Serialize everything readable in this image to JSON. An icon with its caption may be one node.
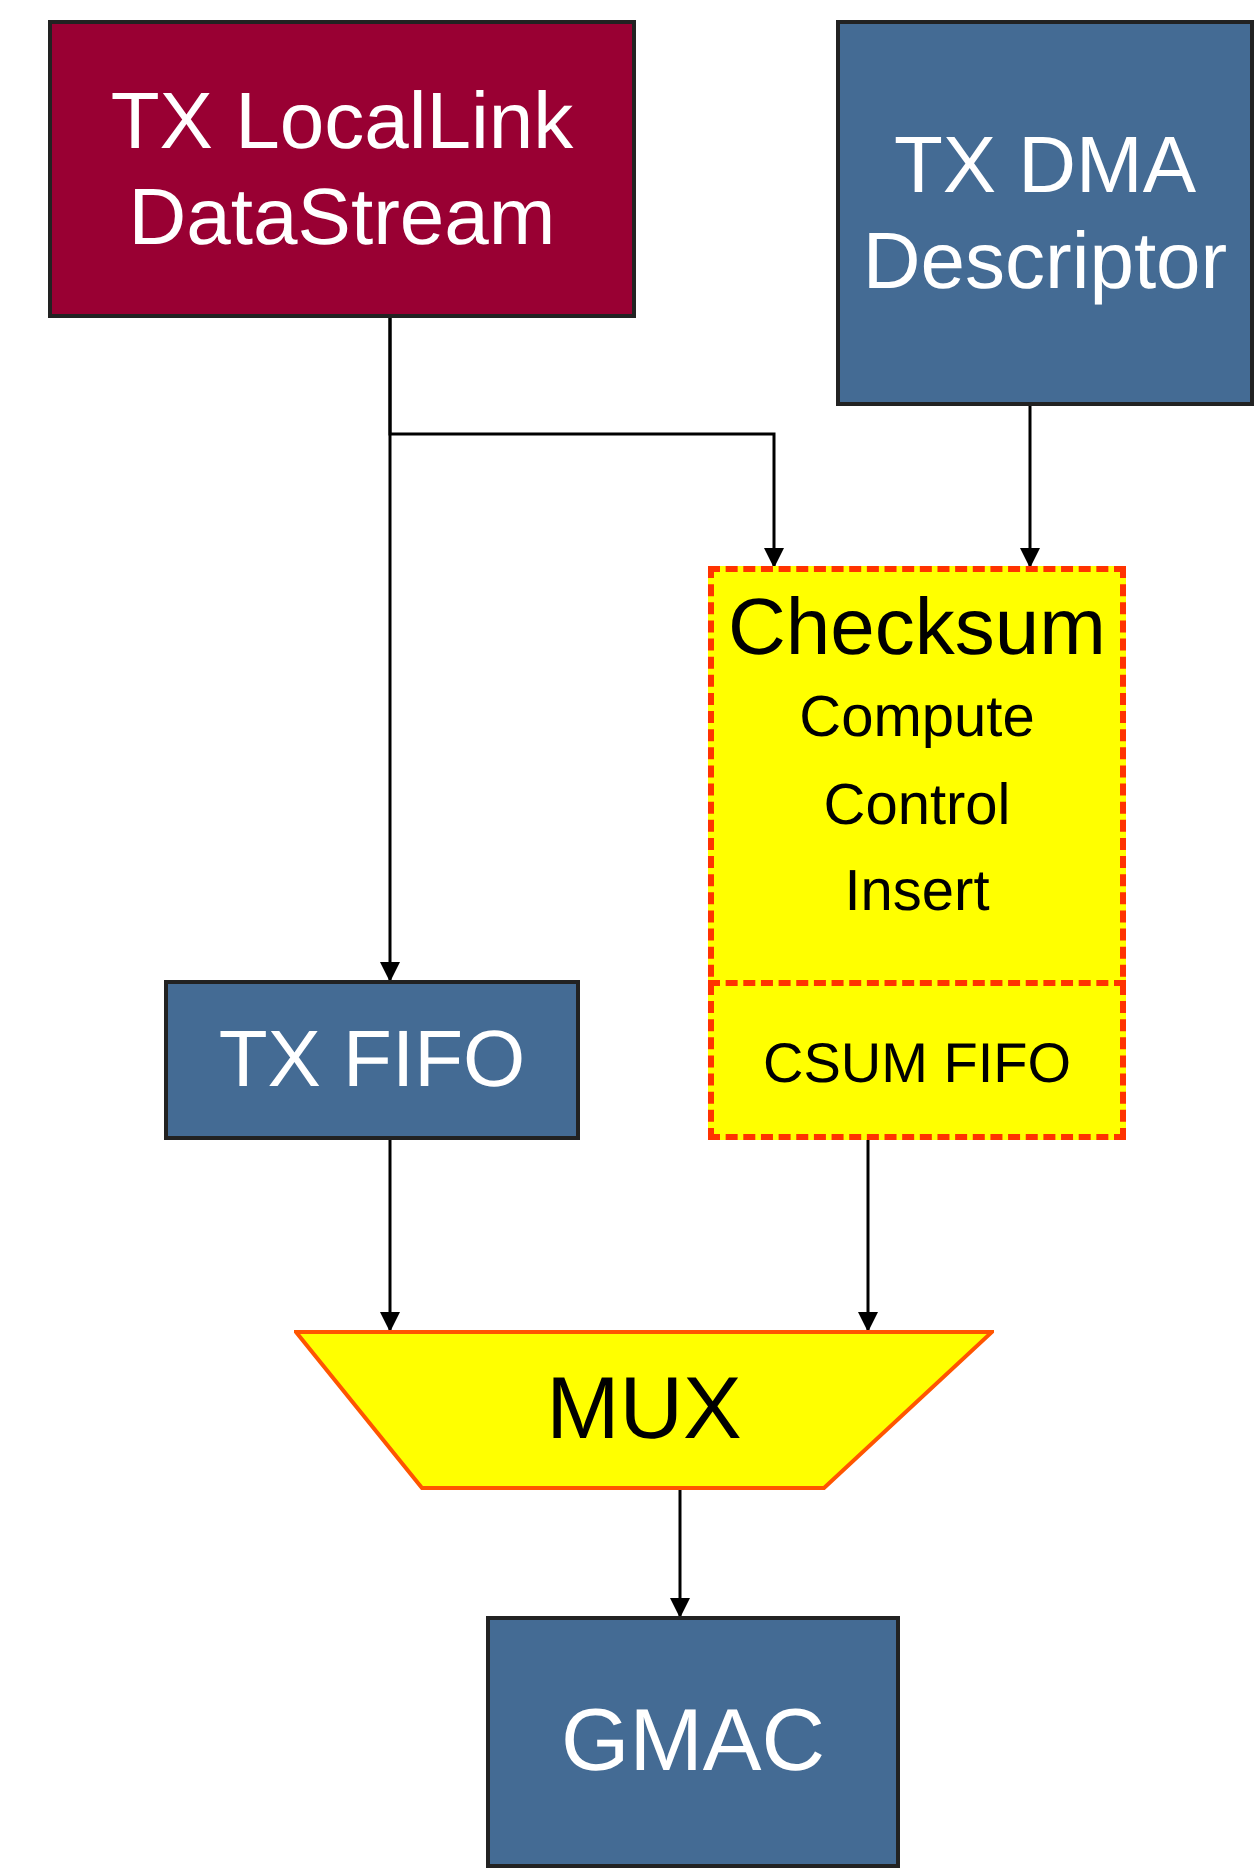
{
  "diagram": {
    "nodes": [
      {
        "text": [
          "TX LocalLink DataStream"
        ]
      },
      {
        "text": [
          "TX DMA Descriptor"
        ]
      },
      {
        "text": [
          "Checksum",
          "Compute Control Insert"
        ]
      },
      {
        "text": [
          "CSUM FIFO"
        ],
        "in": 2
      },
      {
        "text": [
          "TX FIFO"
        ]
      },
      {
        "text": [
          "MUX"
        ]
      },
      {
        "text": [
          "GMAC"
        ]
      }
    ],
    "edges": [
      {
        "from": 0,
        "to": 4,
        "arrow": "to"
      },
      {
        "from": 0,
        "to": 2,
        "arrow": "to"
      },
      {
        "from": 1,
        "to": 2,
        "arrow": "to"
      },
      {
        "from": 4,
        "to": 5,
        "arrow": "to"
      },
      {
        "from": 3,
        "to": 5,
        "arrow": "to"
      },
      {
        "from": 5,
        "to": 6,
        "arrow": "to"
      }
    ]
  }
}
